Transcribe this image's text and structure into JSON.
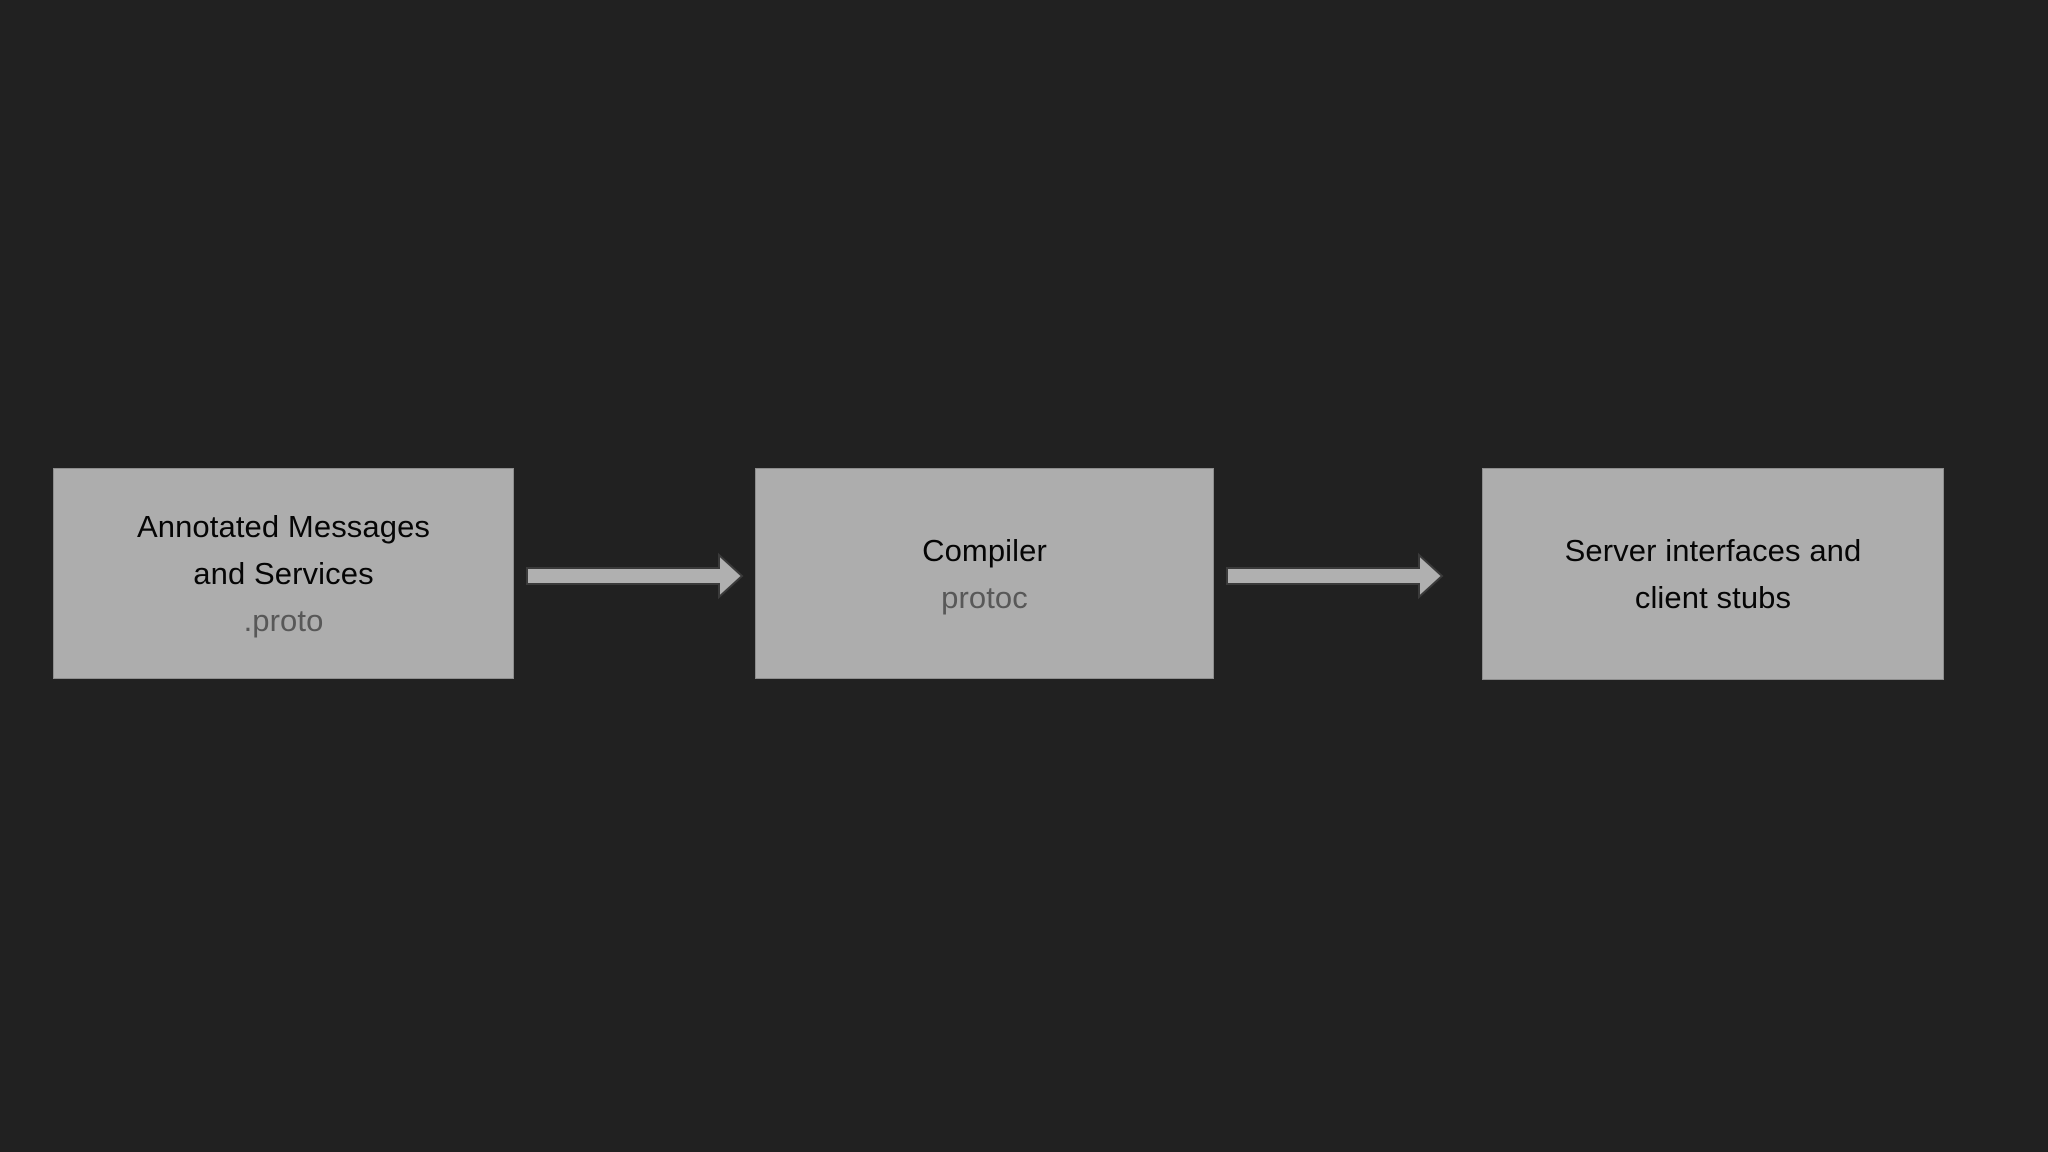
{
  "diagram": {
    "background_color": "#212121",
    "node_fill_color": "#adadad",
    "node_border_color": "#8e8e8e",
    "title_text_color": "#050505",
    "subtitle_text_color": "#585858",
    "arrow_fill_color": "#b0b0b0",
    "arrow_stroke_color": "#3a3a3a",
    "nodes": [
      {
        "id": "proto",
        "title": "Annotated Messages\nand Services",
        "subtitle": ".proto"
      },
      {
        "id": "compiler",
        "title": "Compiler",
        "subtitle": "protoc"
      },
      {
        "id": "output",
        "title": "Server interfaces and\nclient stubs",
        "subtitle": ""
      }
    ],
    "arrows": [
      {
        "id": "proto-to-compiler",
        "from": "proto",
        "to": "compiler",
        "label": ""
      },
      {
        "id": "compiler-to-output",
        "from": "compiler",
        "to": "output",
        "label": ""
      }
    ]
  }
}
